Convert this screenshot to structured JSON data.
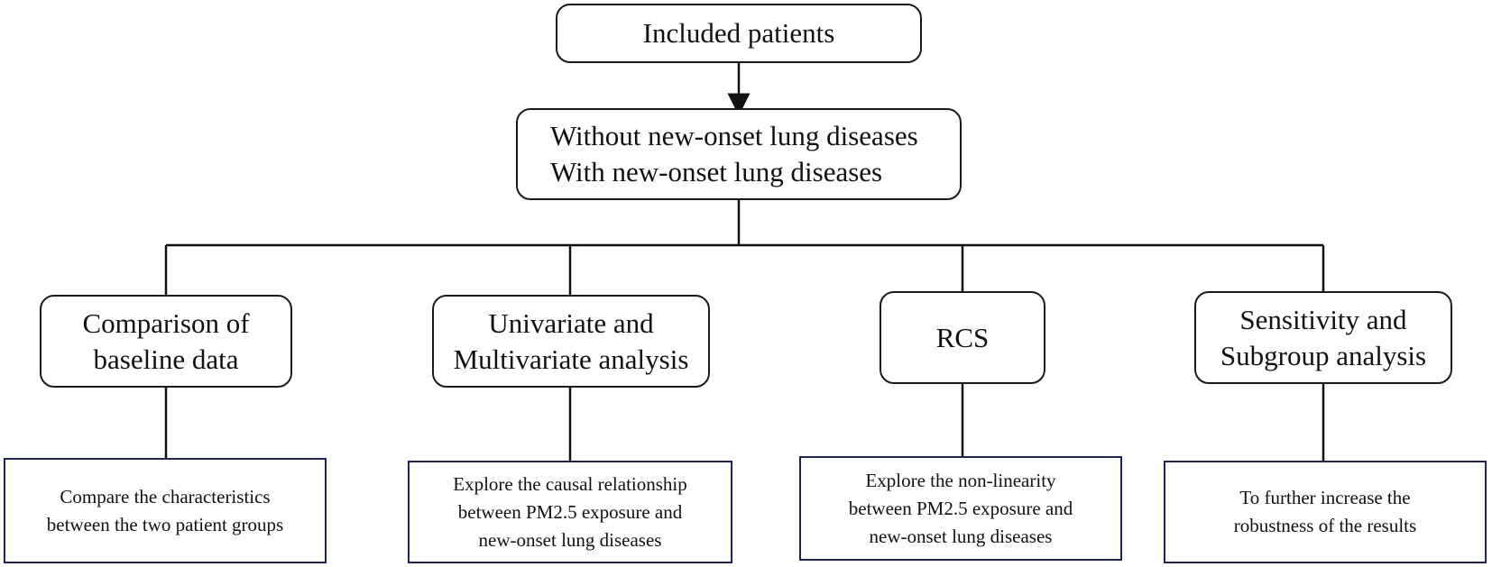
{
  "top": {
    "label": "Included patients"
  },
  "groups": {
    "lines": [
      "Without new-onset lung diseases",
      "With new-onset lung diseases"
    ]
  },
  "categories": [
    {
      "id": "baseline",
      "lines": [
        "Comparison of",
        "baseline data"
      ],
      "desc": [
        "Compare the characteristics",
        "between the two patient groups"
      ]
    },
    {
      "id": "regression",
      "lines": [
        "Univariate and",
        "Multivariate analysis"
      ],
      "desc": [
        "Explore the causal relationship",
        "between PM2.5 exposure and",
        "new-onset lung diseases"
      ]
    },
    {
      "id": "rcs",
      "lines": [
        "RCS"
      ],
      "desc": [
        "Explore the non-linearity",
        "between PM2.5 exposure and",
        "new-onset lung diseases"
      ]
    },
    {
      "id": "sensitivity",
      "lines": [
        "Sensitivity and",
        "Subgroup analysis"
      ],
      "desc": [
        "To further increase the",
        "robustness of the results"
      ]
    }
  ],
  "colors": {
    "rounded_border": "#1a1a1a",
    "square_border": "#1c2452",
    "connector": "#111111",
    "background": "#ffffff"
  }
}
